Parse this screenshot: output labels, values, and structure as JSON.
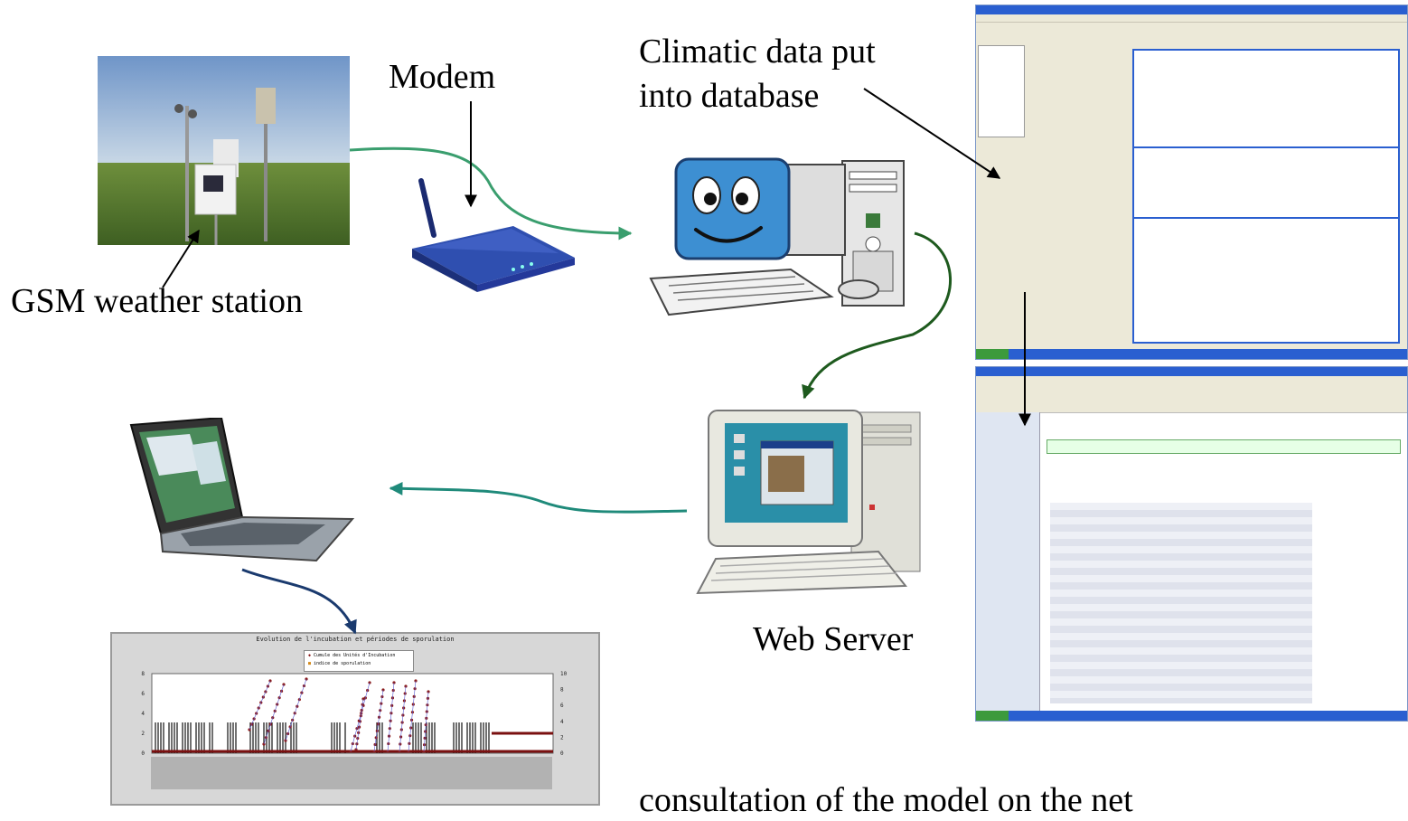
{
  "labels": {
    "modem": "Modem",
    "climatic_line1": "Climatic data put",
    "climatic_line2": "into database",
    "gsm": "GSM weather station",
    "web_server": "Web Server",
    "consultation": "consultation of the model on the net"
  },
  "thumb_chart": {
    "title": "Evolution de l'incubation et périodes de sporulation",
    "legend": [
      "Cumule des Unités d'Incubation",
      "indice de sporulation"
    ],
    "left_ticks": [
      "8",
      "6",
      "4",
      "2",
      "0"
    ],
    "right_ticks": [
      "10",
      "8",
      "6",
      "4",
      "2",
      "0"
    ]
  },
  "colors": {
    "arrow_green": "#3a9e6e",
    "arrow_darkgreen": "#1e5a1e",
    "arrow_teal": "#1f8a7a",
    "arrow_navy": "#1a3a6e",
    "xp_blue": "#2a5fd0",
    "taskbar_green": "#3c9a3c"
  }
}
